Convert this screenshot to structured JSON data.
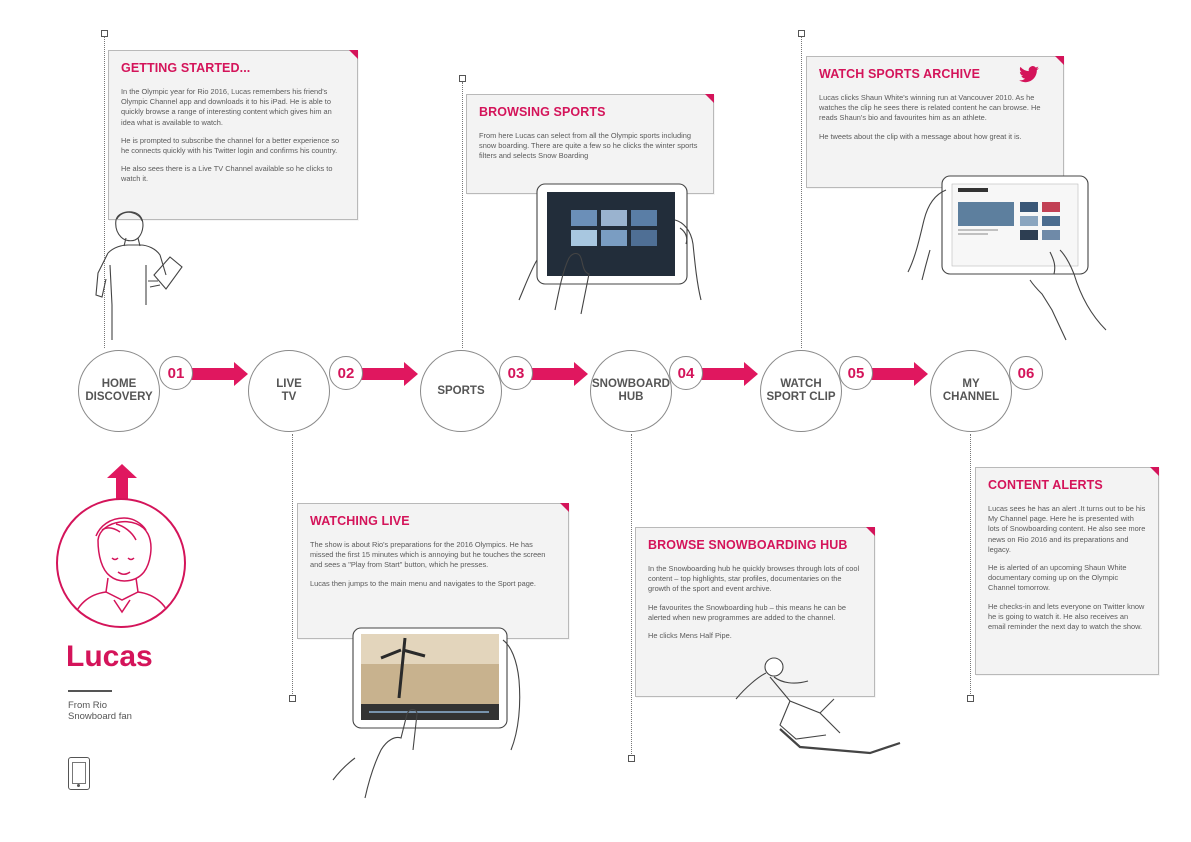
{
  "colors": {
    "accent": "#d4145a",
    "arrow": "#e0175f",
    "card_bg": "#f3f3f3",
    "line": "#8a8a8a"
  },
  "steps": [
    {
      "label": "HOME\nDISCOVERY",
      "num": "01"
    },
    {
      "label": "LIVE\nTV",
      "num": "02"
    },
    {
      "label": "SPORTS",
      "num": "03"
    },
    {
      "label": "SNOWBOARD\nHUB",
      "num": "04"
    },
    {
      "label": "WATCH\nSPORT CLIP",
      "num": "05"
    },
    {
      "label": "MY\nCHANNEL",
      "num": "06"
    }
  ],
  "cards": {
    "getting_started": {
      "title": "GETTING STARTED...",
      "p1": "In the Olympic year for Rio 2016, Lucas remembers his friend's Olympic Channel app and downloads it to his iPad. He is able to quickly browse a range of interesting content which gives him an idea what is available to watch.",
      "p2": "He is prompted to subscribe the channel for a better experi­ence so he connects quickly with his Twitter login and confirms his country.",
      "p3": "He also sees there is a Live TV Channel available so he clicks to watch it."
    },
    "browsing_sports": {
      "title": "BROWSING SPORTS",
      "p1": "From here Lucas can select from all the Olympic sports including snow boarding. There are quite a few so he clicks the winter sports filters and selects Snow Boarding"
    },
    "watch_archive": {
      "title": "WATCH SPORTS ARCHIVE",
      "p1": "Lucas clicks Shaun White's winning run at Vancouver 2010. As he watches the clip he sees there is related content he can browse. He reads Shaun's bio and favourites him as an athlete.",
      "p2": "He tweets about the clip with a message about how great it is."
    },
    "watching_live": {
      "title": "WATCHING LIVE",
      "p1": "The show is about Rio's preparations for the 2016 Olympics. He has missed the first 15 minutes which is annoying but he touches the screen and sees a \"Play from Start\" button, which he presses.",
      "p2": "Lucas then jumps to the main menu and navigates to the Sport page."
    },
    "snowboarding_hub": {
      "title": "BROWSE SNOWBOARDING HUB",
      "p1": "In the Snowboarding hub he quickly browses through lots of cool content – top highlights, star profiles, documentaries on the growth of the sport and event archive.",
      "p2": "He favourites the Snowboarding hub – this means he can be alerted when new programmes are added to the channel.",
      "p3": "He clicks Mens Half Pipe."
    },
    "content_alerts": {
      "title": "CONTENT ALERTS",
      "p1": "Lucas sees he has an alert .It turns out to be his My Channel page. Here he is presented with lots of Snowboarding content. He also see more news on Rio 2016 and its preparations and legacy.",
      "p2": "He is alerted of an upcoming Shaun White documentary coming up on the Olympic Channel tomorrow.",
      "p3": "He checks-in and lets everyone on Twitter know he is going to watch it. He also receives an email reminder the next day to watch the show."
    }
  },
  "persona": {
    "name": "Lucas",
    "subtitle": "From Rio\nSnowboard fan"
  },
  "screens": {
    "live_title": "RIO 2016",
    "archive_title": "SHAUN WHITE\nFINAL VANCOUVER 2010"
  }
}
